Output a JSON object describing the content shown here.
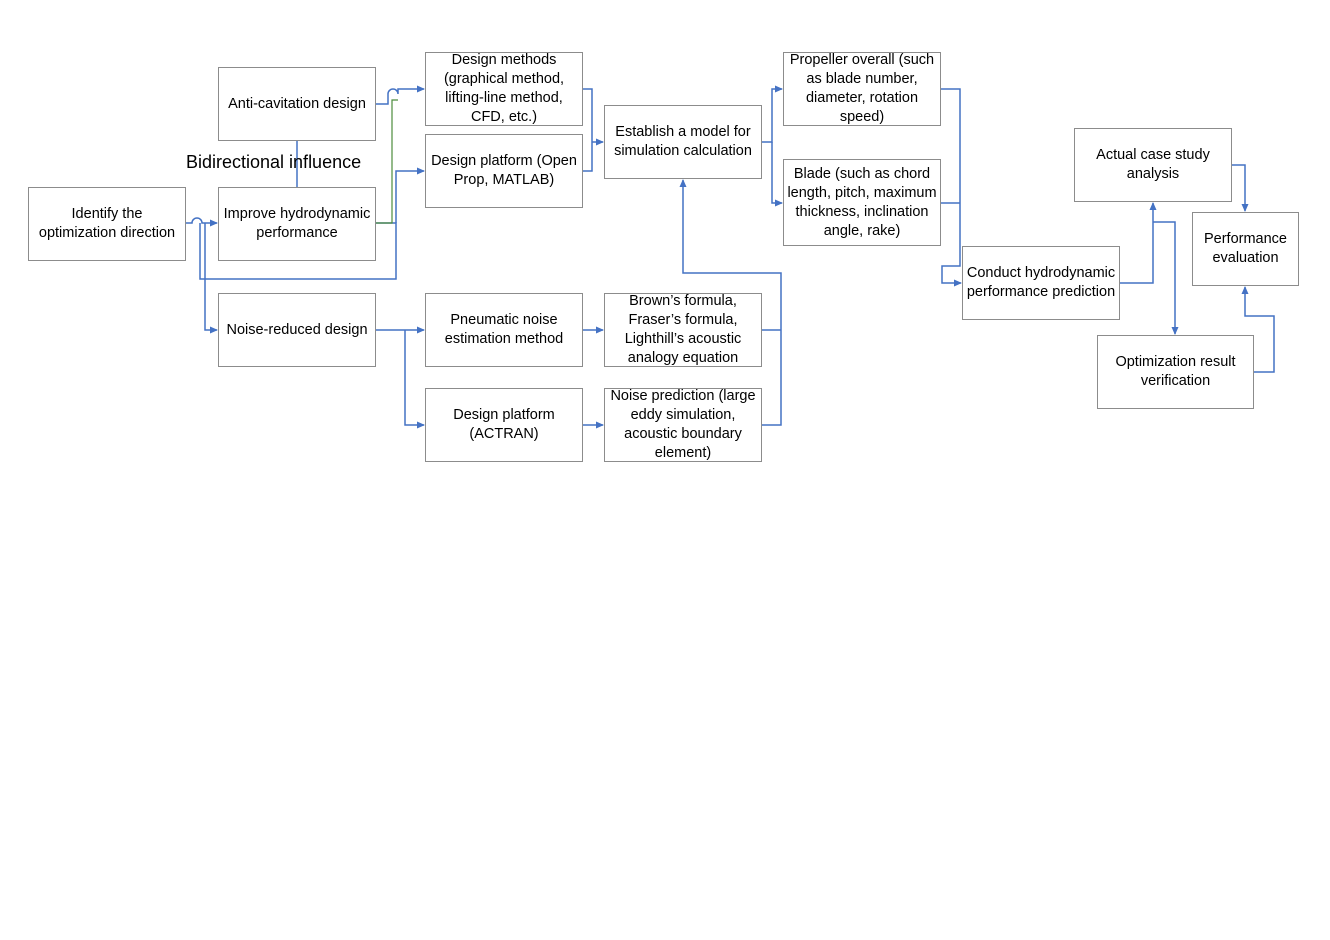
{
  "nodes": {
    "identify": "Identify the optimization direction",
    "anti_cavitation": "Anti-cavitation design",
    "improve_hydro": "Improve hydrodynamic performance",
    "noise_reduced": "Noise-reduced design",
    "design_methods": "Design methods (graphical method, lifting-line method, CFD, etc.)",
    "design_platform_open": "Design platform (Open Prop, MATLAB)",
    "pneumatic_noise": "Pneumatic noise estimation method",
    "design_platform_actran": "Design platform (ACTRAN)",
    "establish_model": "Establish a model for simulation calculation",
    "formulas": "Brown’s formula, Fraser’s formula, Lighthill’s acoustic analogy equation",
    "noise_prediction": "Noise prediction (large eddy simulation, acoustic boundary element)",
    "propeller_overall": "Propeller overall (such as blade number, diameter, rotation speed)",
    "blade": "Blade (such as chord length, pitch, maximum thickness, inclination angle, rake)",
    "conduct_prediction": "Conduct hydrodynamic performance prediction",
    "case_study": "Actual case study analysis",
    "performance_eval": "Performance evaluation",
    "optimization_verify": "Optimization result verification"
  },
  "labels": {
    "bidirectional": "Bidirectional influence"
  },
  "colors": {
    "connector": "#4472c4",
    "box_border": "#8c8c8c"
  }
}
